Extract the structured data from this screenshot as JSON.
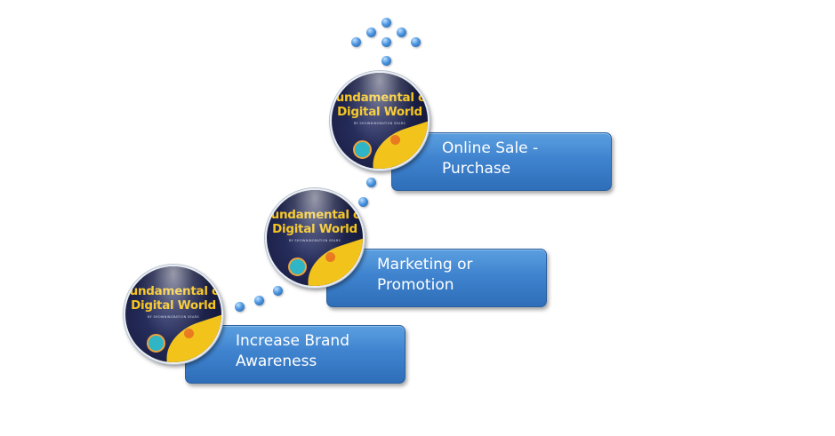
{
  "steps": [
    {
      "label": "Increase Brand\nAwareness"
    },
    {
      "label": "Marketing or\nPromotion"
    },
    {
      "label": "Online Sale -\nPurchase"
    }
  ],
  "badge": {
    "title": "Fundamental of\nDigital World",
    "subtitle": "BY SHOWNINGRATION SEARS"
  },
  "colors": {
    "box_fill": "#3f83cf",
    "box_text": "#ffffff",
    "bead": "#4c95df",
    "badge_bg": "#1a1f45",
    "badge_title": "#f6c41c",
    "badge_wave": "#f2c31a"
  }
}
